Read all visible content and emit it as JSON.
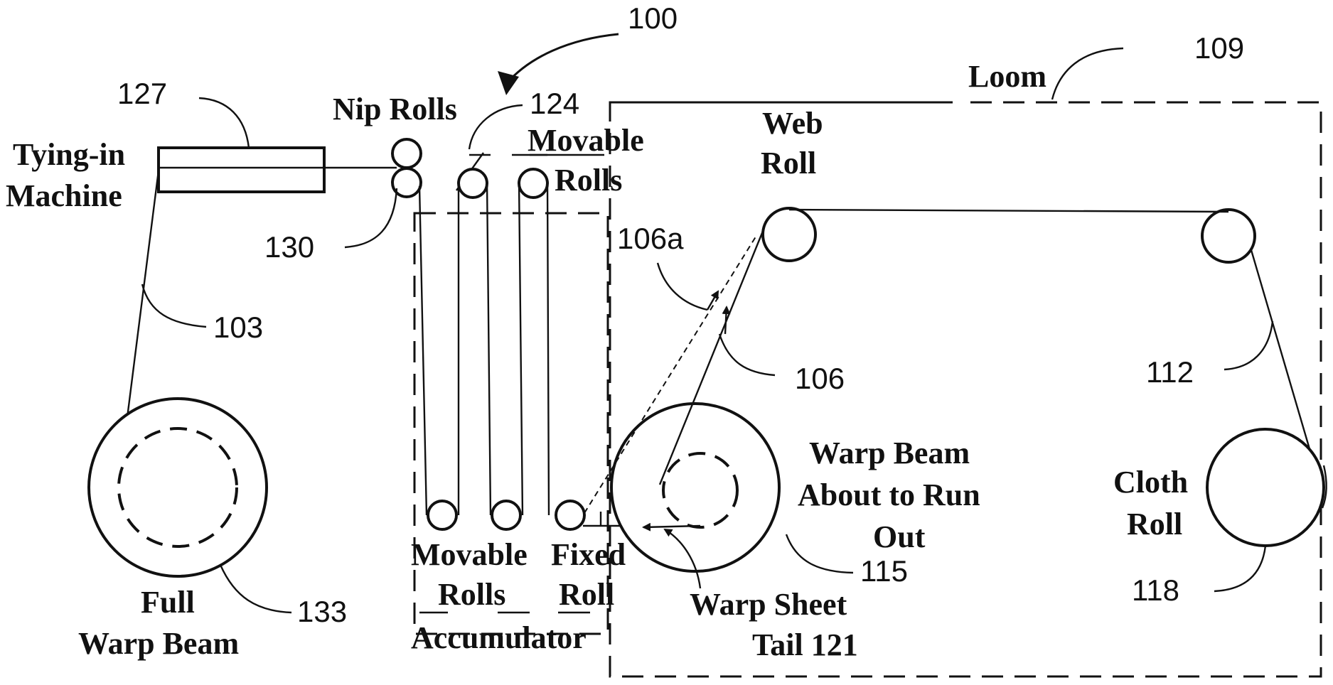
{
  "labels": {
    "ref_100": "100",
    "ref_109": "109",
    "loom": "Loom",
    "ref_127": "127",
    "tying_in_1": "Tying-in",
    "tying_in_2": "Machine",
    "nip_rolls": "Nip Rolls",
    "ref_124": "124",
    "movable_rolls_top_1": "Movable",
    "movable_rolls_top_2": "Rolls",
    "web_roll_1": "Web",
    "web_roll_2": "Roll",
    "ref_130": "130",
    "ref_106a": "106a",
    "ref_103": "103",
    "ref_106": "106",
    "ref_112": "112",
    "warp_beam_run_out_1": "Warp Beam",
    "warp_beam_run_out_2": "About to Run",
    "warp_beam_run_out_3": "Out",
    "cloth_roll_1": "Cloth",
    "cloth_roll_2": "Roll",
    "movable_rolls_bottom_1": "Movable",
    "movable_rolls_bottom_2": "Rolls",
    "fixed_roll_1": "Fixed",
    "fixed_roll_2": "Roll",
    "ref_115": "115",
    "ref_118": "118",
    "ref_133": "133",
    "full_warp_beam_1": "Full",
    "full_warp_beam_2": "Warp Beam",
    "accumulator": "Accumulator",
    "warp_sheet_1": "Warp Sheet",
    "warp_sheet_2": "Tail 121"
  }
}
